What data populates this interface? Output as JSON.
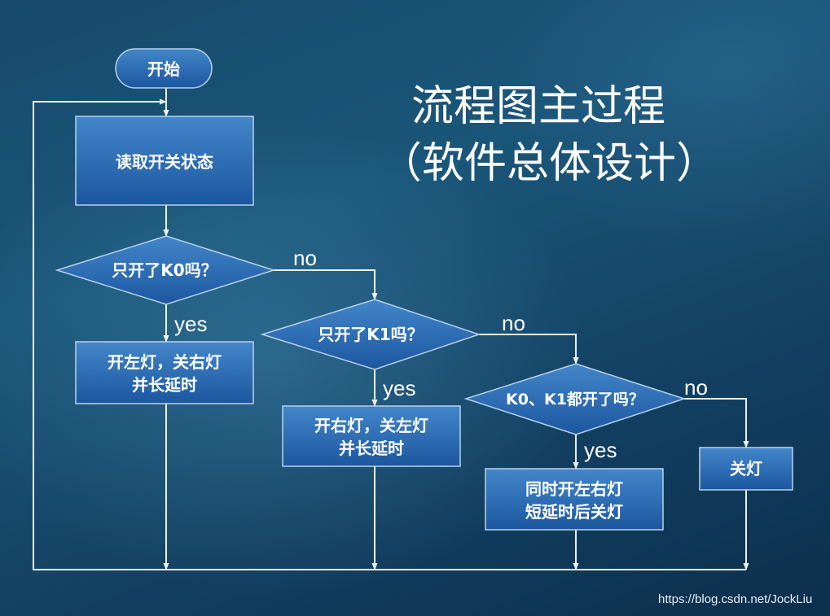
{
  "title": {
    "line1": "流程图主过程",
    "line2": "（软件总体设计）"
  },
  "nodes": {
    "start": "开始",
    "read_switch": "读取开关状态",
    "check_k0": "只开了K0吗？",
    "action_k0": [
      "开左灯，关右灯",
      "并长延时"
    ],
    "check_k1": "只开了K1吗？",
    "action_k1": [
      "开右灯，关左灯",
      "并长延时"
    ],
    "check_both": "K0、K1都开了吗？",
    "action_both": [
      "同时开左右灯",
      "短延时后关灯"
    ],
    "lights_off": "关灯"
  },
  "edges": {
    "yes": "yes",
    "no": "no"
  },
  "watermark": "https://blog.csdn.net/JockLiu",
  "colors": {
    "node_fill_top": "#3d7fc4",
    "node_fill_bottom": "#1e5aa3",
    "node_stroke": "#b8d2ea",
    "line": "#e9f1f7",
    "text": "#ffffff"
  }
}
